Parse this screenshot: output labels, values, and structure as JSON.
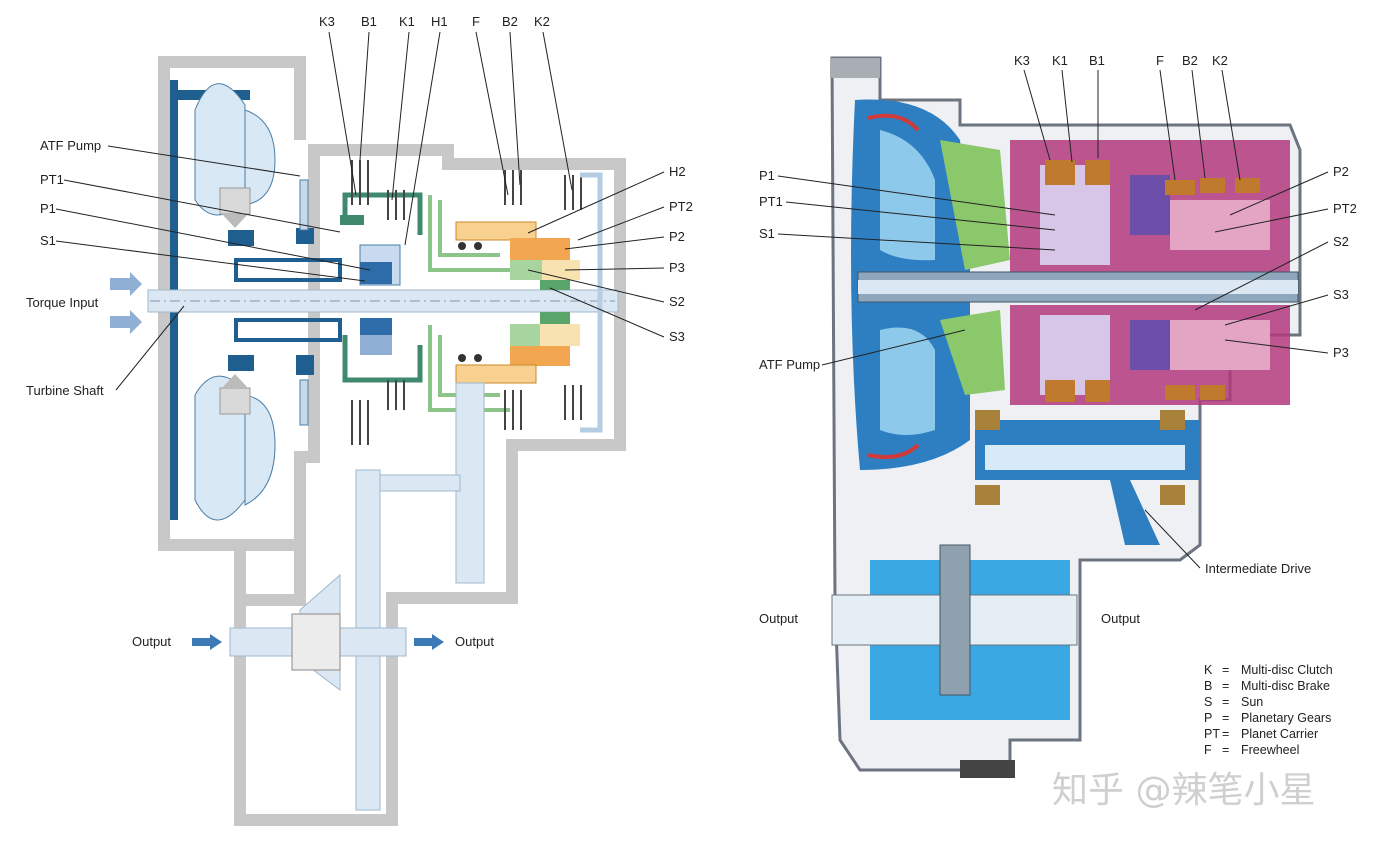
{
  "left_diagram": {
    "top_labels": [
      "K3",
      "B1",
      "K1",
      "H1",
      "F",
      "B2",
      "K2"
    ],
    "left_labels": {
      "atf_pump": "ATF Pump",
      "pt1": "PT1",
      "p1": "P1",
      "s1": "S1",
      "torque_input": "Torque Input",
      "turbine_shaft": "Turbine Shaft"
    },
    "right_labels": {
      "h2": "H2",
      "pt2": "PT2",
      "p2": "P2",
      "p3": "P3",
      "s2": "S2",
      "s3": "S3"
    },
    "output_left": "Output",
    "output_right": "Output"
  },
  "right_diagram": {
    "top_labels": [
      "K3",
      "K1",
      "B1",
      "F",
      "B2",
      "K2"
    ],
    "left_labels": {
      "p1": "P1",
      "pt1": "PT1",
      "s1": "S1",
      "atf_pump": "ATF Pump"
    },
    "right_labels": {
      "p2": "P2",
      "pt2": "PT2",
      "s2": "S2",
      "s3": "S3",
      "p3": "P3"
    },
    "intermediate_drive": "Intermediate Drive",
    "output_left": "Output",
    "output_right": "Output",
    "legend": [
      {
        "key": "K",
        "eq": "=",
        "desc": "Multi-disc Clutch"
      },
      {
        "key": "B",
        "eq": "=",
        "desc": "Multi-disc Brake"
      },
      {
        "key": "S",
        "eq": "=",
        "desc": "Sun"
      },
      {
        "key": "P",
        "eq": "=",
        "desc": "Planetary Gears"
      },
      {
        "key": "PT",
        "eq": "=",
        "desc": "Planet Carrier"
      },
      {
        "key": "F",
        "eq": "=",
        "desc": "Freewheel"
      }
    ]
  },
  "watermark": "知乎 @辣笔小星",
  "colors": {
    "casing": "#c8c8c8",
    "dark_blue": "#1f5f8f",
    "light_blue": "#d9e8f5",
    "green": "#3f8a6e",
    "light_green": "#8cc48a",
    "orange": "#f2a650",
    "light_orange": "#f8d090",
    "arrow_blue": "#3b7ab5"
  }
}
